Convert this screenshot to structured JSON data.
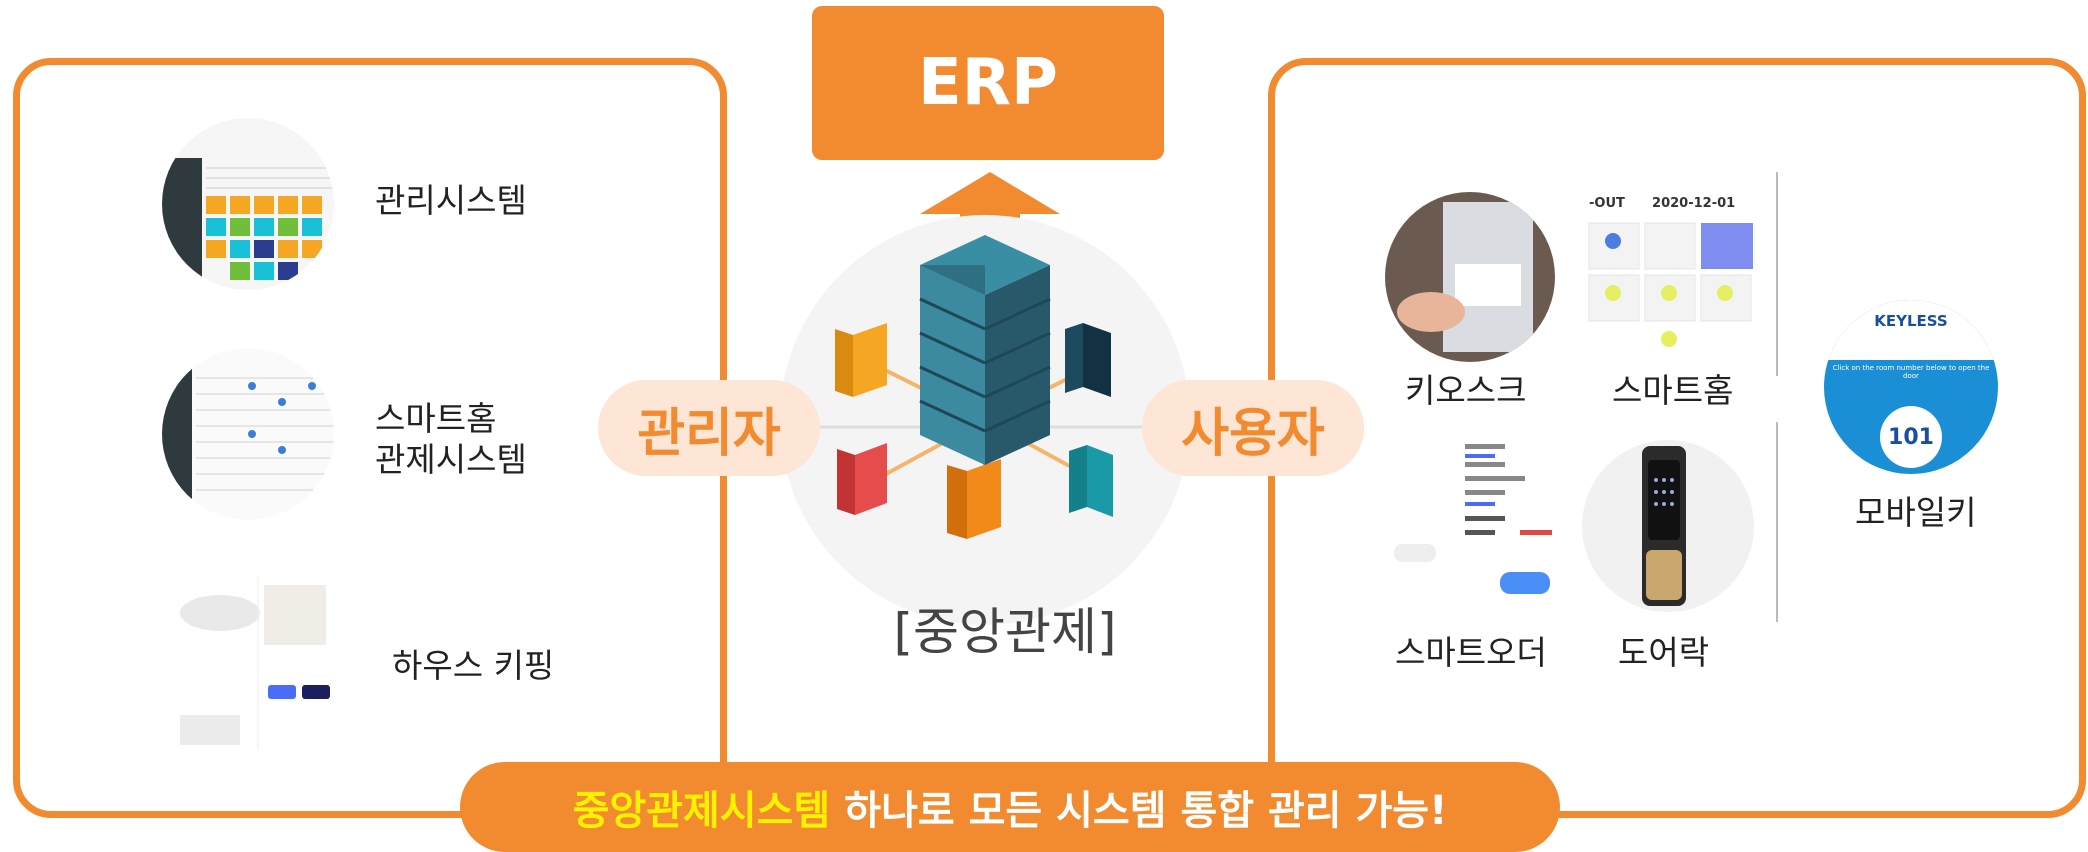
{
  "erp": {
    "label": "ERP"
  },
  "admin": {
    "label": "관리자"
  },
  "user": {
    "label": "사용자"
  },
  "center": {
    "label": "[중앙관제]"
  },
  "left_items": [
    {
      "label": "관리시스템"
    },
    {
      "label": "스마트홈\n관제시스템"
    },
    {
      "label": "하우스 키핑"
    }
  ],
  "right_items": [
    {
      "label": "키오스크"
    },
    {
      "label": "스마트홈"
    },
    {
      "label": "모바일키"
    },
    {
      "label": "스마트오더"
    },
    {
      "label": "도어락"
    }
  ],
  "thumb_text": {
    "smarthome_date": "-OUT      2020-12-01",
    "keyless": "KEYLESS",
    "keyless_sub": "Click on the room number below to open the door",
    "room": "101"
  },
  "banner": {
    "highlight": "중앙관제시스템",
    "rest": "하나로 모든 시스템 통합 관리 가능!"
  },
  "colors": {
    "accent": "#f28a30",
    "pill_bg": "#fde6d6",
    "highlight": "#fff200"
  }
}
